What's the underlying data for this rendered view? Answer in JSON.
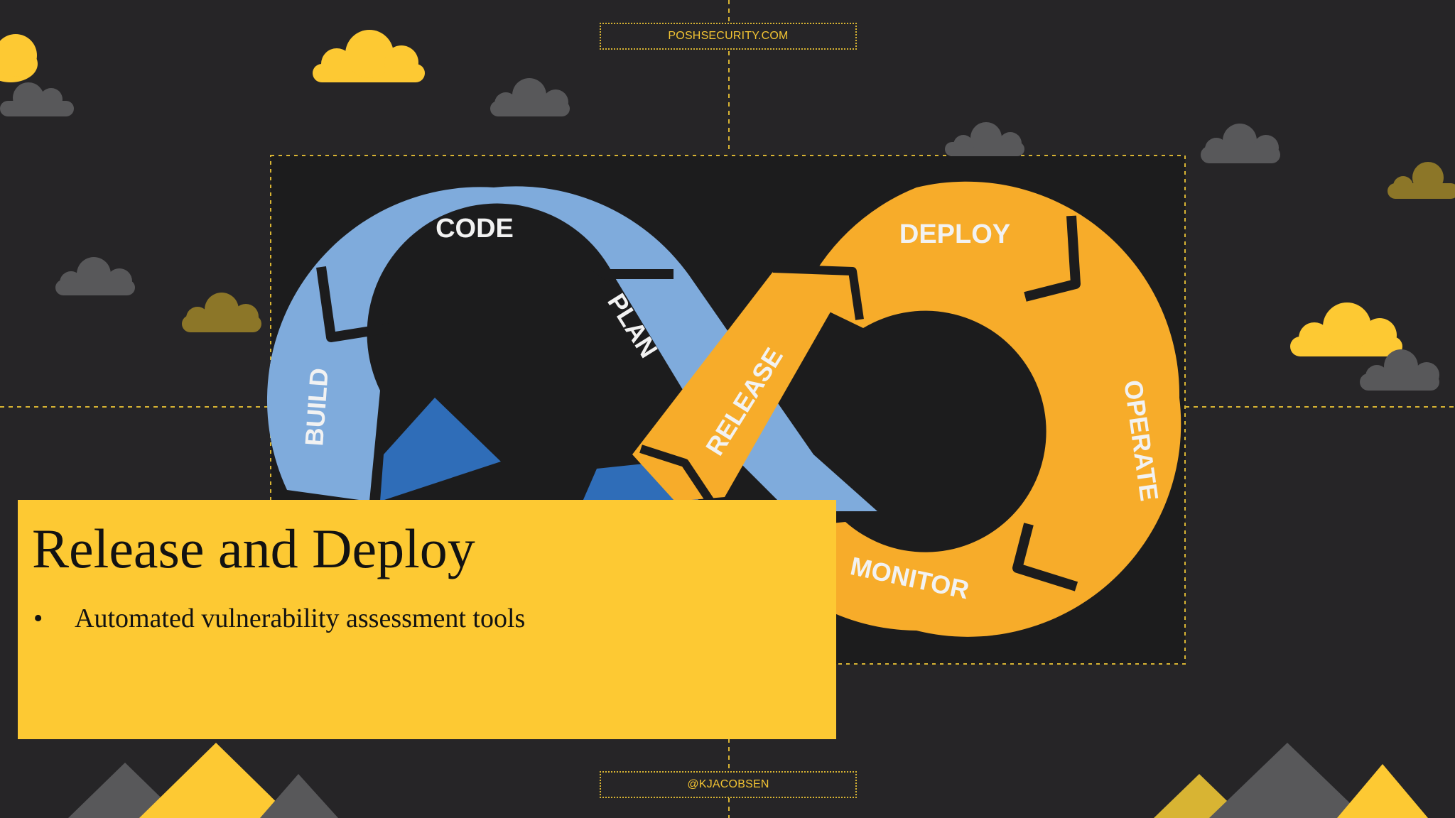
{
  "header": {
    "site": "POSHSECURITY.COM"
  },
  "footer": {
    "handle": "@KJACOBSEN"
  },
  "diagram": {
    "left_stages": [
      "CODE",
      "PLAN",
      "BUILD"
    ],
    "right_stages": [
      "DEPLOY",
      "RELEASE",
      "OPERATE",
      "MONITOR"
    ]
  },
  "slide": {
    "title": "Release and Deploy",
    "bullets": [
      "Automated vulnerability assessment tools"
    ]
  },
  "colors": {
    "background": "#262527",
    "accent_yellow": "#fdc933",
    "orange": "#f7ac2a",
    "blue_light": "#7fabdc",
    "blue_dark": "#2f6db8",
    "gray_cloud": "#58585a",
    "olive_cloud": "#8c7628"
  }
}
